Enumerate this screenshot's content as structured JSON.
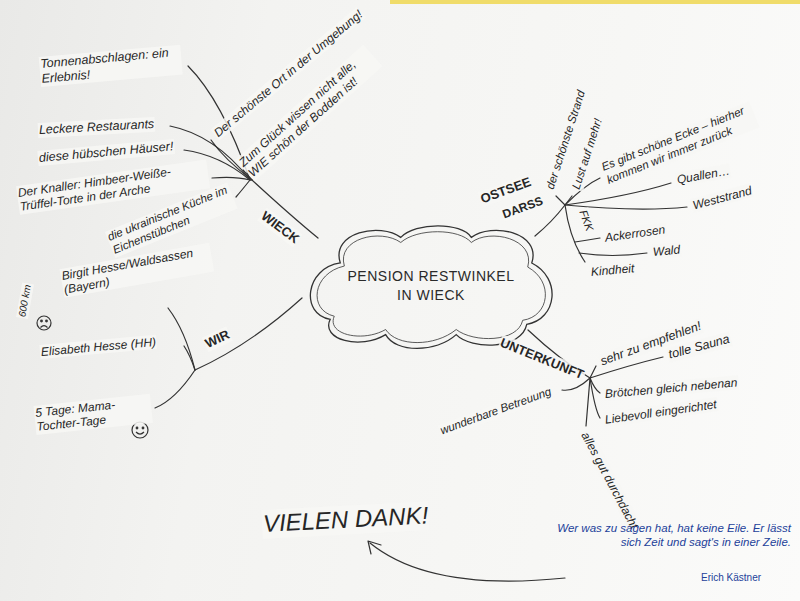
{
  "diagram": {
    "nodes": [
      {
        "text": [
          "PENSION RESTWINKEL IN WIECK"
        ]
      }
    ],
    "labels": [
      "Der schönste Ort in der Umgebung!",
      "Zum Glück wissen nicht alle, WIE schön der Bodden ist!",
      "Tonnenabschlagen: ein Erlebnis!",
      "Leckere Restaurants",
      "diese hübschen Häuser!",
      "Der Knaller: Himbeer-Weiße-Trüffel-Torte in der Arche",
      "die ukrainische Küche im Eichenstübchen",
      "WIECK",
      "der schönste Strand",
      "Lust auf mehr!",
      "Es gibt schöne Ecke – hierher kommen wir immer zurück",
      "OSTSEE",
      "DARSS",
      "Quallen…",
      "Weststrand",
      "FKK",
      "Ackerrosen",
      "Wald",
      "Kindheit",
      "UNTERKUNFT",
      "sehr zu empfehlen!",
      "tolle Sauna",
      "Brötchen gleich nebenan",
      "Liebevoll eingerichtet",
      "alles gut durchdacht",
      "wunderbare Betreuung",
      "Birgit Hesse/Waldsassen (Bayern)",
      "600 km",
      "Elisabeth Hesse (HH)",
      "WIR",
      "5 Tage: Mama-Tochter-Tage",
      "VIELEN DANK!",
      "Wer was zu sagen hat, hat keine Eile. Er lässt sich Zeit und sagt's in einer Zeile.",
      "Erich Kästner"
    ]
  }
}
